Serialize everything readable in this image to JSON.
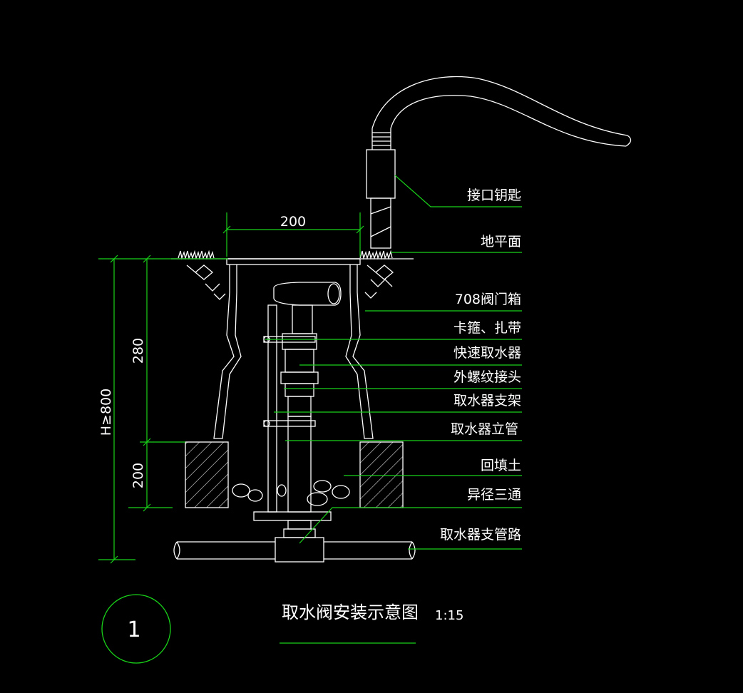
{
  "colors": {
    "background": "#000000",
    "drawing_lines": "#ffffff",
    "leader_and_dimension_lines": "#19d219"
  },
  "callouts": [
    "接口钥匙",
    "地平面",
    "708阀门箱",
    "卡箍、扎带",
    "快速取水器",
    "外螺纹接头",
    "取水器支架",
    "取水器立管",
    "回填土",
    "异径三通",
    "取水器支管路"
  ],
  "dimensions": {
    "box_width": "200",
    "box_height": "280",
    "base_height": "200",
    "total_height": "H≥800"
  },
  "title": {
    "text": "取水阀安装示意图",
    "scale": "1:15",
    "detail_number": "1"
  }
}
